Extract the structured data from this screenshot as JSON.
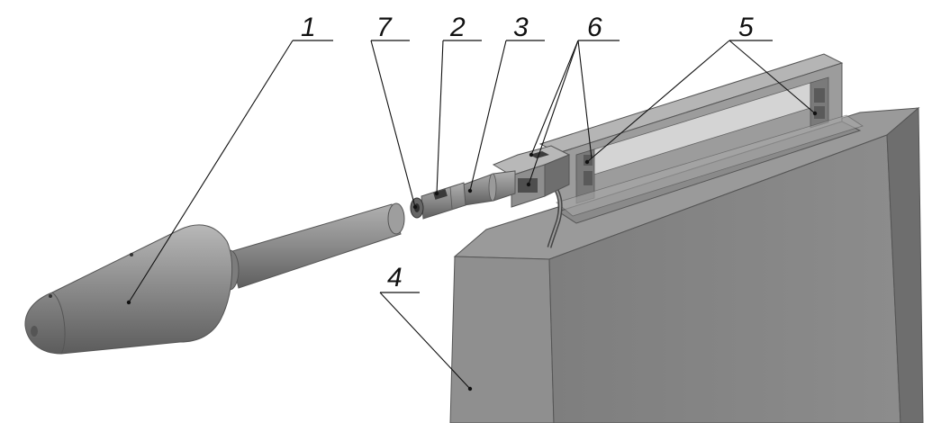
{
  "labels": {
    "l1": "1",
    "l2": "2",
    "l3": "3",
    "l4": "4",
    "l5": "5",
    "l6": "6",
    "l7": "7"
  },
  "colors": {
    "part_dark": "#6f6f6f",
    "part_mid": "#8c8c8c",
    "part_light": "#b9b9b9",
    "line": "#111111"
  }
}
